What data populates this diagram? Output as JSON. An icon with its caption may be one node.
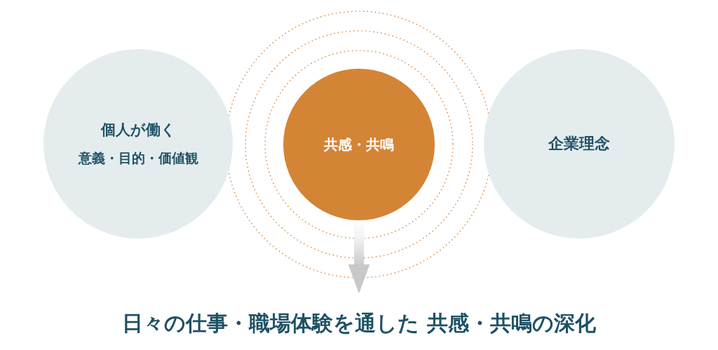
{
  "diagram": {
    "nodes": [
      {
        "text": [
          "個人が働く",
          "意義・目的・価値観"
        ]
      },
      {
        "text": [
          "共感・共鳴"
        ]
      },
      {
        "text": [
          "企業理念"
        ]
      },
      {
        "text": [
          "日々の仕事・職場体験を通した 共感・共鳴の深化"
        ]
      }
    ],
    "edges": [
      {
        "from": 1,
        "to": 3,
        "arrow": "to"
      }
    ]
  }
}
